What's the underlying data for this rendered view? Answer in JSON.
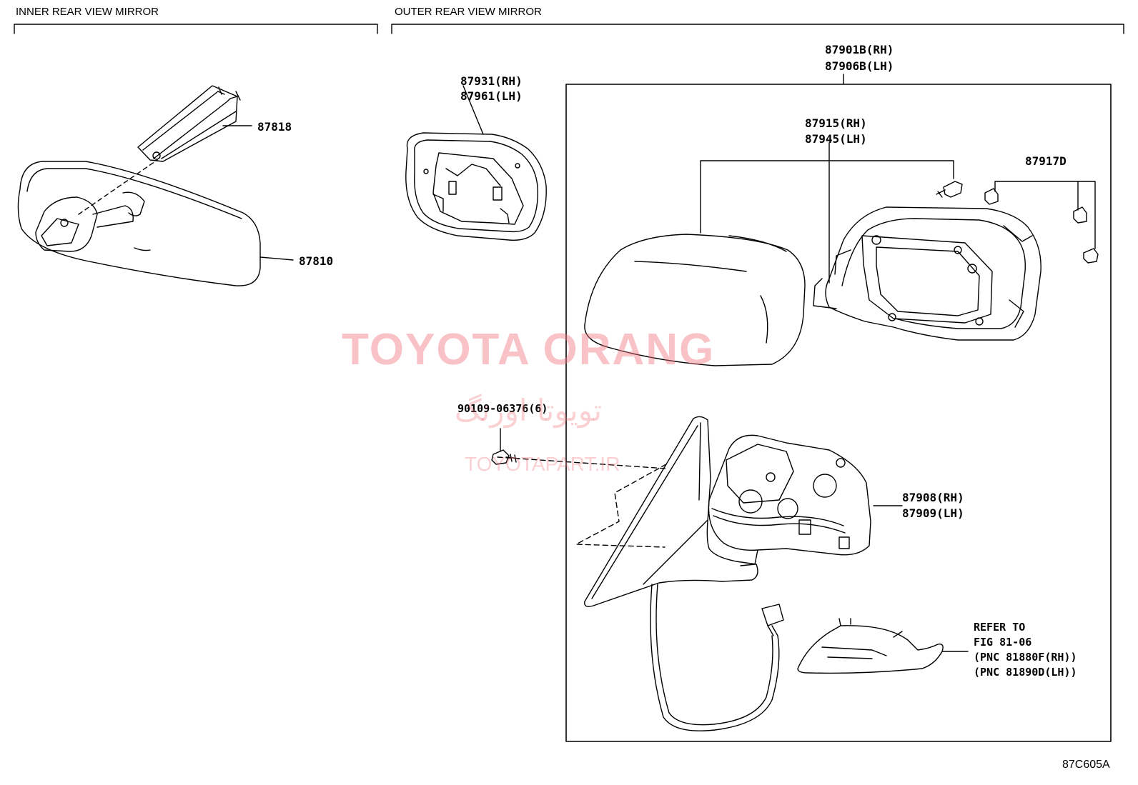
{
  "sections": {
    "inner": "INNER REAR VIEW MIRROR",
    "outer": "OUTER REAR VIEW MIRROR"
  },
  "parts": {
    "p87818": "87818",
    "p87810": "87810",
    "p87931": "87931(RH)",
    "p87961": "87961(LH)",
    "p87901b": "87901B(RH)",
    "p87906b": "87906B(LH)",
    "p87915": "87915(RH)",
    "p87945": "87945(LH)",
    "p87917d": "87917D",
    "p90109": "90109-06376(6)",
    "p87908": "87908(RH)",
    "p87909": "87909(LH)"
  },
  "refer": {
    "line1": "REFER TO",
    "line2": "FIG 81-06",
    "line3": "(PNC 81880F(RH))",
    "line4": "(PNC 81890D(LH))"
  },
  "diagram_code": "87C605A",
  "watermark": {
    "main": "TOYOTA ORANG",
    "persian": "تویوتا اورنگ",
    "url": "TOYOTAPART.IR"
  },
  "colors": {
    "line": "#000000",
    "watermark": "#f07882"
  }
}
